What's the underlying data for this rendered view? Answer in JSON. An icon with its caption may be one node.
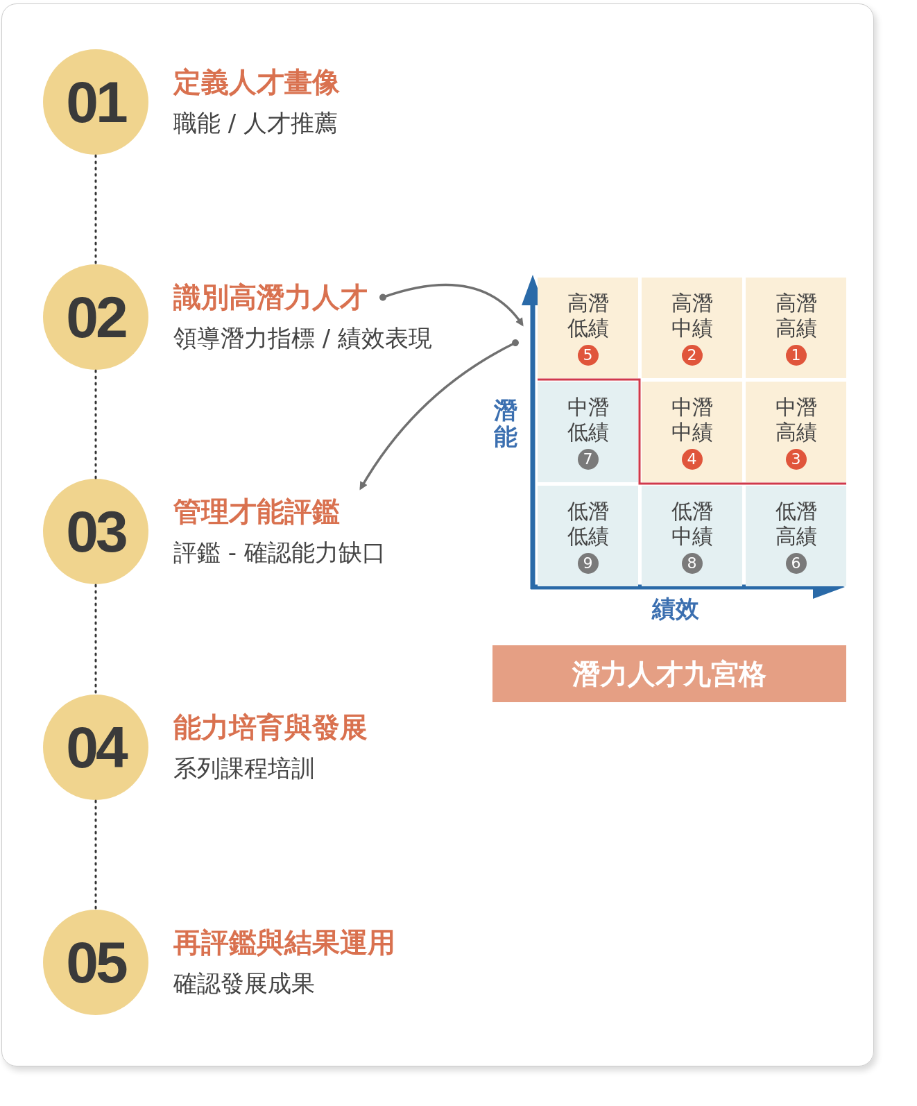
{
  "diagram": {
    "nodes": [
      {
        "text": [
          "01",
          "定義人才畫像",
          "職能 / 人才推薦"
        ]
      },
      {
        "text": [
          "02",
          "識別高潛力人才",
          "領導潛力指標 / 績效表現"
        ]
      },
      {
        "text": [
          "03",
          "管理才能評鑑",
          "評鑑 - 確認能力缺口"
        ]
      },
      {
        "text": [
          "04",
          "能力培育與發展",
          "系列課程培訓"
        ]
      },
      {
        "text": [
          "05",
          "再評鑑與結果運用",
          "確認發展成果"
        ]
      },
      {
        "text": [],
        "shape": "box"
      },
      {
        "text": [
          "高潛低績",
          "5"
        ],
        "in": 5
      },
      {
        "text": [
          "高潛中績",
          "2"
        ],
        "in": 5
      },
      {
        "text": [
          "高潛高績",
          "1"
        ],
        "in": 5
      },
      {
        "text": [
          "中潛低績",
          "7"
        ],
        "in": 5
      },
      {
        "text": [
          "中潛中績",
          "4"
        ],
        "in": 5
      },
      {
        "text": [
          "中潛高績",
          "3"
        ],
        "in": 5
      },
      {
        "text": [
          "低潛低績",
          "9"
        ],
        "in": 5
      },
      {
        "text": [
          "低潛中績",
          "8"
        ],
        "in": 5
      },
      {
        "text": [
          "低潛高績",
          "6"
        ],
        "in": 5
      },
      {
        "text": [
          "潛力人才九宮格"
        ]
      }
    ],
    "edges": [
      {
        "from": 0,
        "to": 1,
        "arrow": "none",
        "style": "dashed"
      },
      {
        "from": 1,
        "to": 2,
        "arrow": "none",
        "style": "dashed"
      },
      {
        "from": 2,
        "to": 3,
        "arrow": "none",
        "style": "dashed"
      },
      {
        "from": 3,
        "to": 4,
        "arrow": "none",
        "style": "dashed"
      },
      {
        "from": 1,
        "to": 5,
        "arrow": "to",
        "color": "#707070"
      },
      {
        "from": 5,
        "to": 2,
        "arrow": "to",
        "color": "#707070"
      }
    ],
    "labels": [
      "潛能",
      "績效"
    ]
  }
}
